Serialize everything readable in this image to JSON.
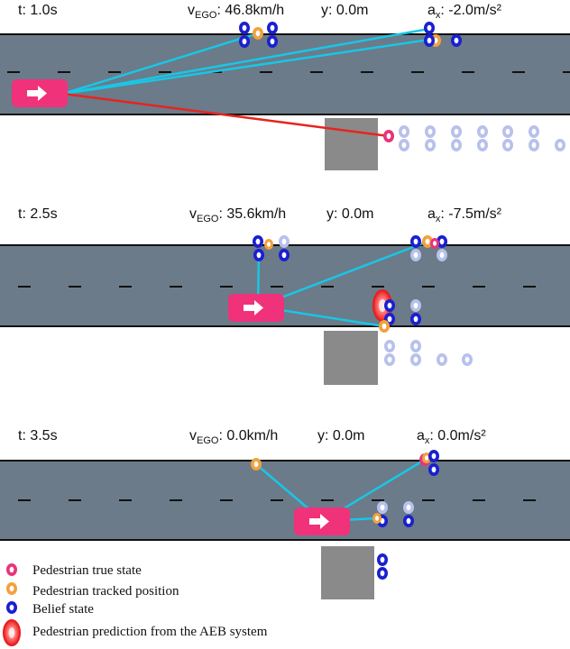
{
  "colors": {
    "road": "#6b7b89",
    "road_edge": "#111111",
    "lane_dash": "#111111",
    "ego": "#f0327a",
    "cyan_line": "#19c6e6",
    "red_line": "#e8231f",
    "obstacle": "#8a8a8a",
    "true_state": "#e8337a",
    "tracked": "#f2a13c",
    "belief": "#1a1fd0",
    "belief_faded": "#b8c0ec"
  },
  "panels": [
    {
      "t_label": "t: 1.0s",
      "v_prefix": "v",
      "v_sub": "EGO",
      "v_value": ": 46.8km/h",
      "y_label": "y: 0.0m",
      "a_prefix": "a",
      "a_sub": "x",
      "a_value": ": -2.0m/s²"
    },
    {
      "t_label": "t: 2.5s",
      "v_prefix": "v",
      "v_sub": "EGO",
      "v_value": ": 35.6km/h",
      "y_label": "y: 0.0m",
      "a_prefix": "a",
      "a_sub": "x",
      "a_value": ": -7.5m/s²"
    },
    {
      "t_label": "t: 3.5s",
      "v_prefix": "v",
      "v_sub": "EGO",
      "v_value": ": 0.0km/h",
      "y_label": "y: 0.0m",
      "a_prefix": "a",
      "a_sub": "x",
      "a_value": ": 0.0m/s²"
    }
  ],
  "legend": [
    {
      "icon": "pedestrian-true-state-icon",
      "label": "Pedestrian true state"
    },
    {
      "icon": "pedestrian-tracked-position-icon",
      "label": "Pedestrian tracked position"
    },
    {
      "icon": "belief-state-icon",
      "label": "Belief state"
    },
    {
      "icon": "aeb-prediction-icon",
      "label": "Pedestrian prediction from the AEB system"
    }
  ]
}
